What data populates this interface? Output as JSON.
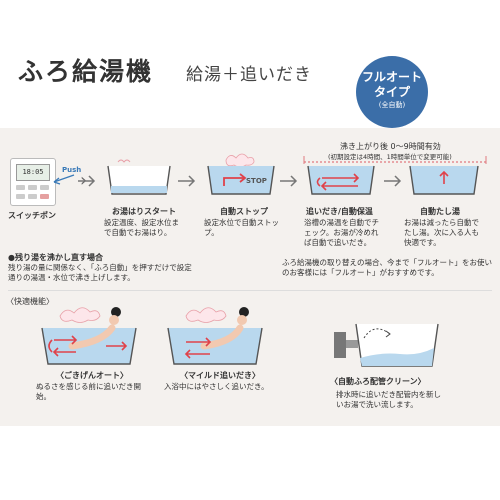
{
  "header": {
    "title": "ふろ給湯機",
    "subtitle": "給湯＋追いだき",
    "badge_line1": "フルオート",
    "badge_line2": "タイプ",
    "badge_line3": "(全自動)"
  },
  "remote": {
    "display": "18:05",
    "push_label": "Push",
    "caption": "スイッチポン"
  },
  "range_note": {
    "main": "沸き上がり後 0〜9時間有効",
    "sub": "(初期設定は4時間、1時間単位で変更可能)"
  },
  "steps": [
    {
      "title": "お湯はりスタート",
      "desc": "設定温度、設定水位まで自動でお湯はり。"
    },
    {
      "title": "自動ストップ",
      "desc": "設定水位で自動ストップ。",
      "tag": "STOP"
    },
    {
      "title": "追いだき/自動保温",
      "desc": "浴槽の湯温を自動でチェック。お湯が冷めれば自動で追いだき。"
    },
    {
      "title": "自動たし湯",
      "desc": "お湯は減ったら自動でたし湯。次に入る人も快適です。"
    }
  ],
  "reheat_note": {
    "title": "●残り湯を沸かし直す場合",
    "body": "残り湯の量に関係なく、「ふろ自動」を押すだけで設定通りの湯温・水位で沸き上げします。"
  },
  "recommend_note": "ふろ給湯機の取り替えの場合、今まで「フルオート」をお使いのお客様には「フルオート」がおすすめです。",
  "comfort": {
    "heading": "〈快適機能〉",
    "features": [
      {
        "title": "〈ごきげんオート〉",
        "desc": "ぬるさを感じる前に追いだき開始。"
      },
      {
        "title": "〈マイルド追いだき〉",
        "desc": "入浴中にはやさしく追いだき。"
      },
      {
        "title": "〈自動ふろ配管クリーン〉",
        "desc": "排水時に追いだき配管内を新しいお湯で洗い流します。"
      }
    ]
  },
  "colors": {
    "water": "#b9d8ee",
    "badge": "#3b6ea8",
    "arrow_red": "#e0424a",
    "panel": "#f4f1ee"
  }
}
